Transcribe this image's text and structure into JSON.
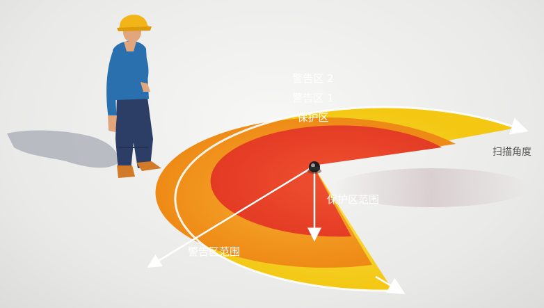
{
  "labels": {
    "warning_zone_2": "警告区 2",
    "warning_zone_1": "警告区 1",
    "protection_zone": "保护区",
    "scan_angle": "扫描角度",
    "protection_range": "保护区范围",
    "warning_range": "警告区范围"
  },
  "colors": {
    "warning_zone_2": "#f6d21c",
    "warning_zone_1": "#f39a1e",
    "protection_zone": "#e8402c",
    "arrow": "#ffffff"
  },
  "icons": {
    "worker": "construction-worker",
    "sensor": "laser-scanner-sensor"
  }
}
